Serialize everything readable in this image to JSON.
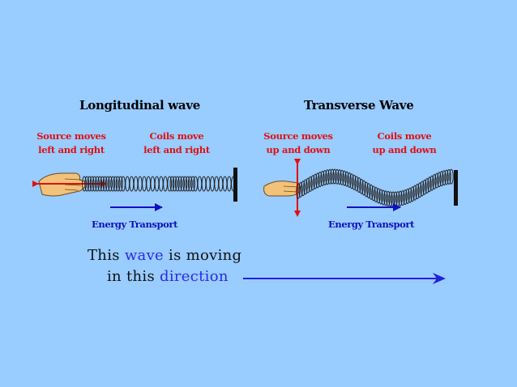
{
  "longitudinal": {
    "title": "Longitudinal wave",
    "source_label_1": "Source moves",
    "source_label_2": "left and right",
    "coils_label_1": "Coils move",
    "coils_label_2": "left and right",
    "energy_label": "Energy Transport"
  },
  "transverse": {
    "title": "Transverse Wave",
    "source_label_1": "Source moves",
    "source_label_2": "up and down",
    "coils_label_1": "Coils move",
    "coils_label_2": "up and down",
    "energy_label": "Energy Transport"
  },
  "caption": {
    "line1_a": "This ",
    "line1_b": "wave",
    "line1_c": " is moving",
    "line2_a": "in this ",
    "line2_b": "direction"
  },
  "colors": {
    "background": "#99ccff",
    "source_text": "#e01010",
    "energy_arrow": "#1010c0",
    "direction_arrow": "#2222dd"
  }
}
